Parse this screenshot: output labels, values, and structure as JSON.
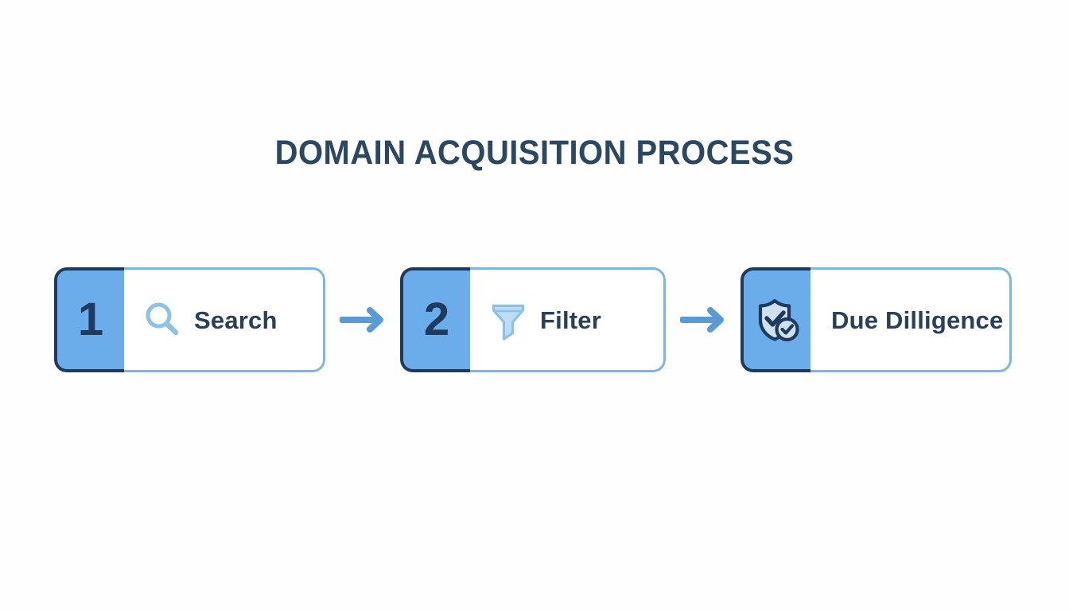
{
  "page": {
    "title": "DOMAIN ACQUISITION PROCESS",
    "background_color": "#fefeff"
  },
  "colors": {
    "title": "#2b4863",
    "badge_fill": "#6badeb",
    "badge_border": "#1f3a5f",
    "body_border": "#7cb5e8",
    "body_fill": "#ffffff",
    "label_text": "#28405a",
    "number_text": "#1f3a5f",
    "arrow": "#5b9bd5",
    "icon_light": "#8cc2ea",
    "icon_fill": "#bedcf5",
    "shield_fill": "#cfe0ee",
    "shield_outline": "#1f3a5f"
  },
  "steps": [
    {
      "number": "1",
      "label": "Search",
      "icon": "search-icon",
      "icon_placement": "body"
    },
    {
      "number": "2",
      "label": "Filter",
      "icon": "funnel-icon",
      "icon_placement": "body"
    },
    {
      "number": "",
      "label": "Due Dilligence",
      "icon": "shield-check-icon",
      "icon_placement": "badge"
    }
  ],
  "connectors": [
    {
      "name": "arrow-1-to-2",
      "direction": "right"
    },
    {
      "name": "arrow-2-to-3",
      "direction": "right"
    }
  ]
}
